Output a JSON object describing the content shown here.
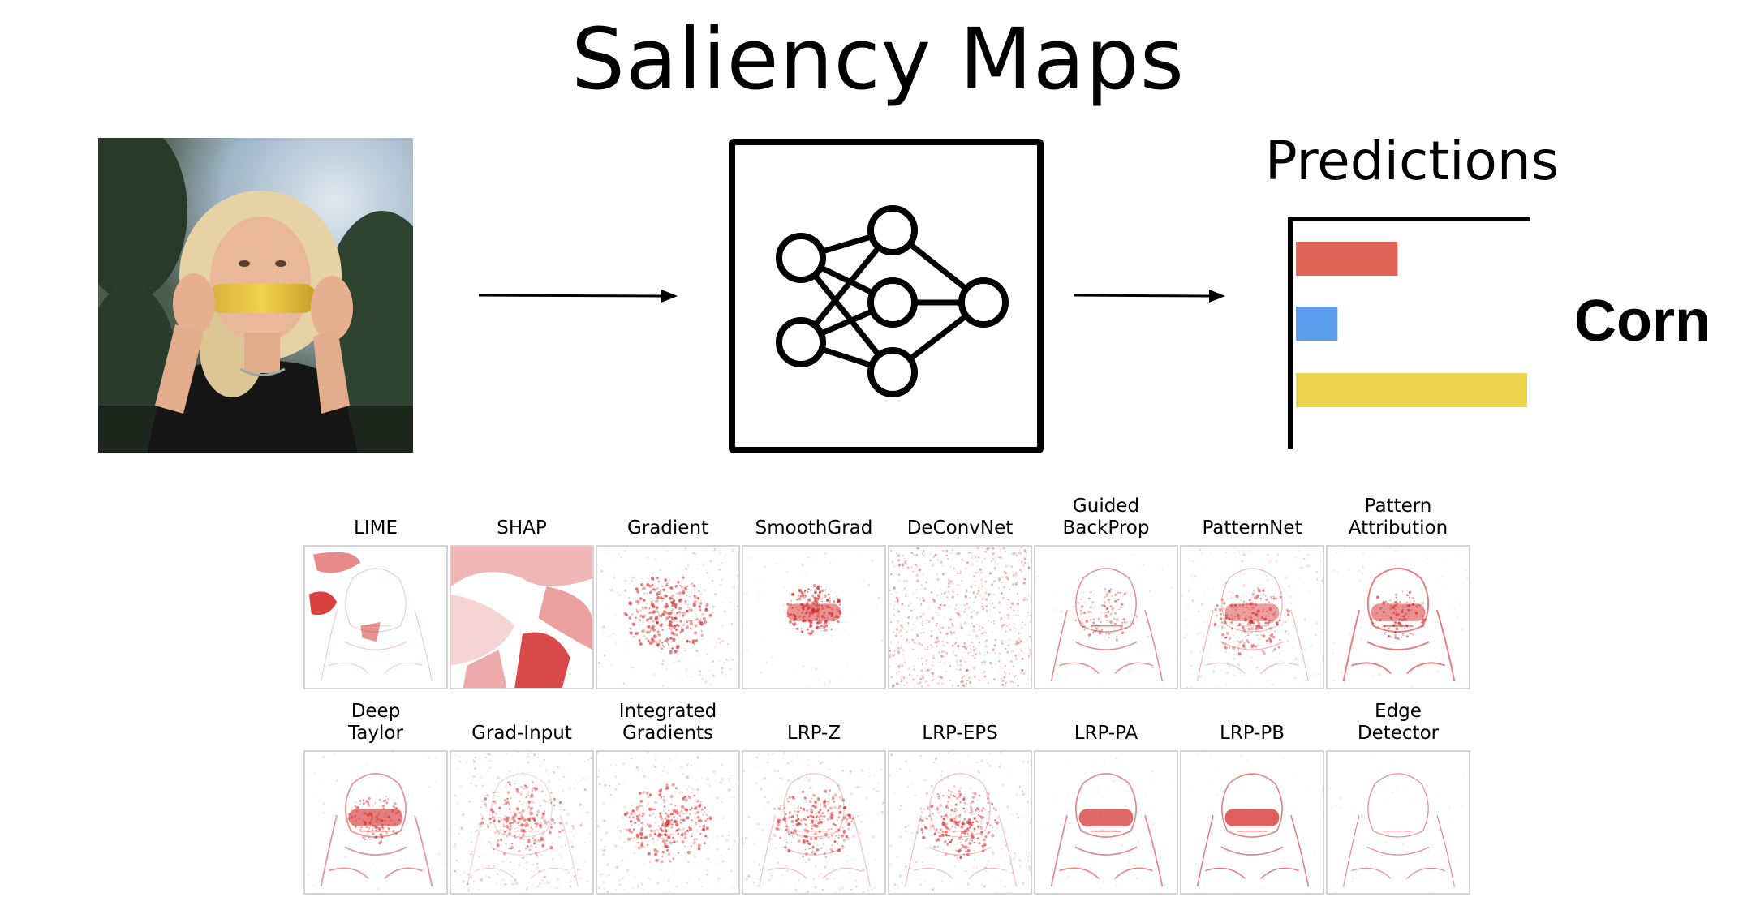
{
  "title": "Saliency Maps",
  "input_image": {
    "subject": "woman eating corn on the cob",
    "background": "trees and sky"
  },
  "model": {
    "icon": "neural-network-icon"
  },
  "predictions": {
    "title": "Predictions",
    "bars": [
      {
        "color": "#e06458",
        "value": 0.44
      },
      {
        "color": "#5b9cec",
        "value": 0.18
      },
      {
        "color": "#ecd44c",
        "value": 1.0
      }
    ],
    "top_label": "Corn"
  },
  "methods_row1": [
    "LIME",
    "SHAP",
    "Gradient",
    "SmoothGrad",
    "DeConvNet",
    "Guided\nBackProp",
    "PatternNet",
    "Pattern\nAttribution"
  ],
  "methods_row2": [
    "Deep\nTaylor",
    "Grad-Input",
    "Integrated\nGradients",
    "LRP-Z",
    "LRP-EPS",
    "LRP-PA",
    "LRP-PB",
    "Edge\nDetector"
  ],
  "colors": {
    "saliency": "#d42a2a",
    "arrow": "#000000"
  }
}
